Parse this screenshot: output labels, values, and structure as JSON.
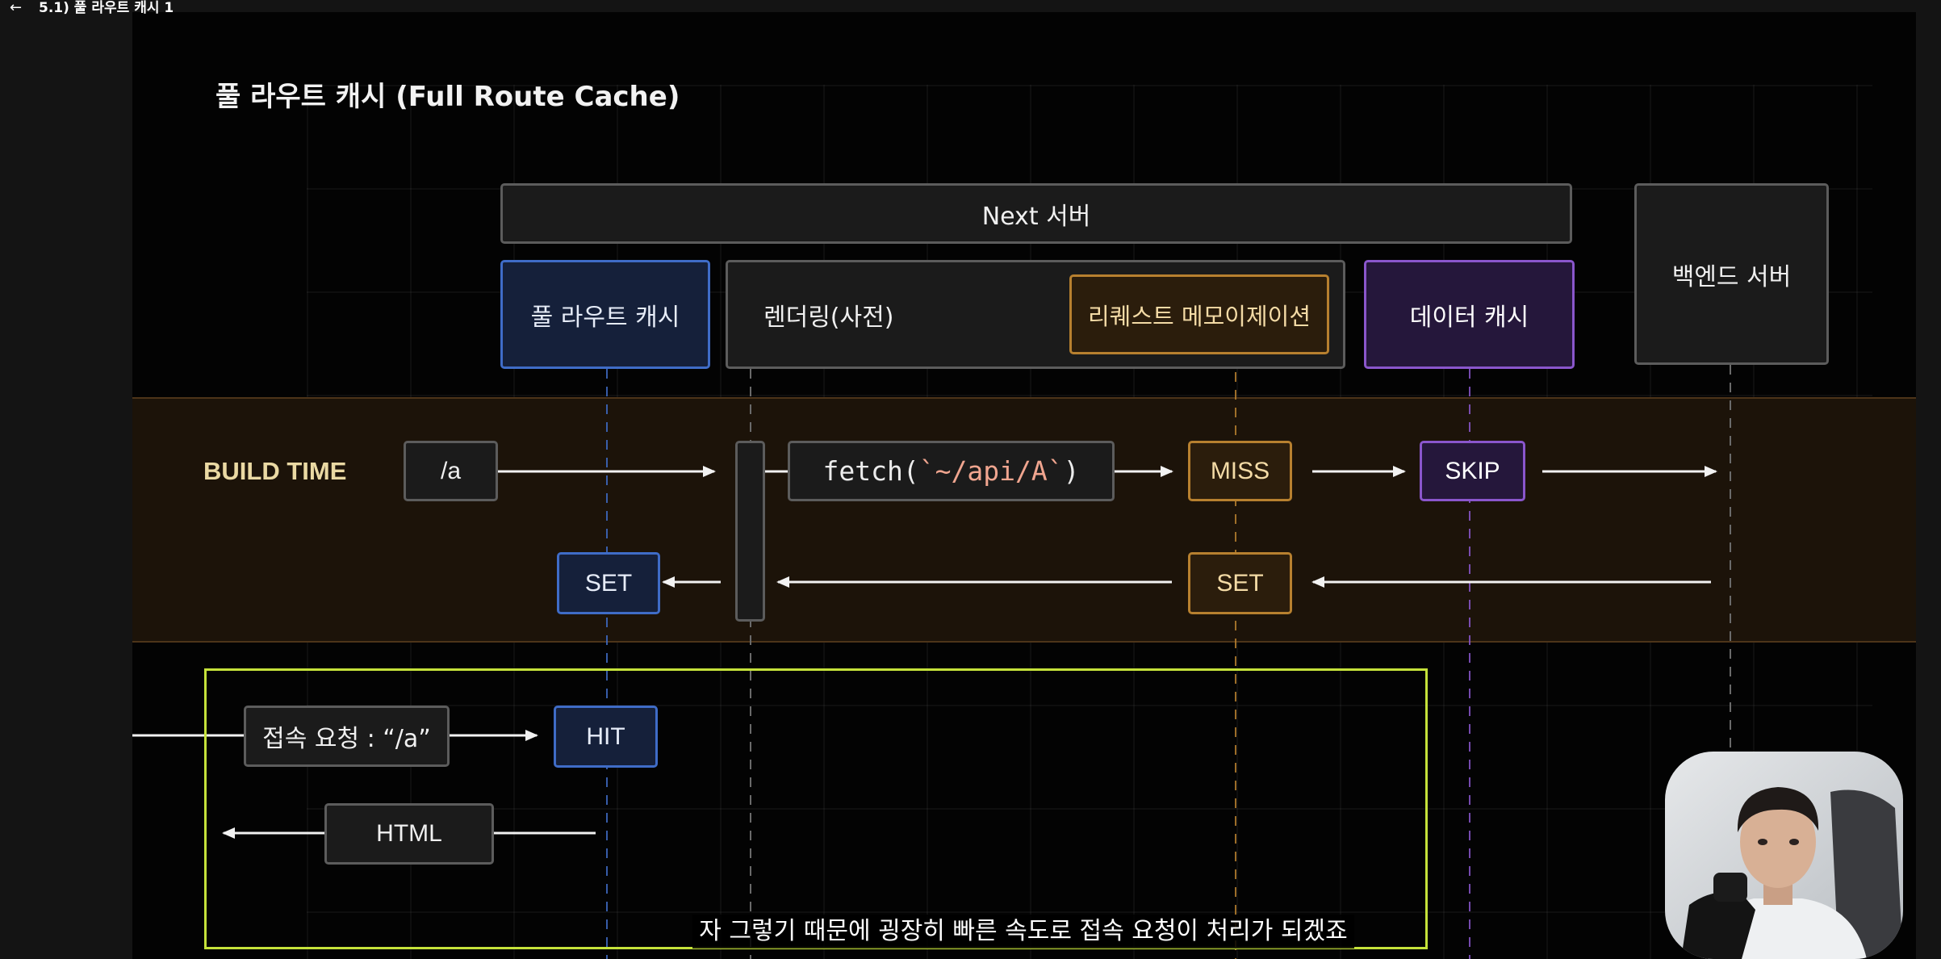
{
  "window": {
    "title": "5.1) 풀 라우트 캐시 1"
  },
  "icons": {
    "back": "arrow-left-icon",
    "presenter": "presenter-webcam"
  },
  "slide": {
    "title": "풀 라우트 캐시 (Full Route Cache)",
    "next_server": "Next 서버",
    "backend_server": "백엔드 서버",
    "full_route_cache": "풀 라우트 캐시",
    "rendering": "렌더링(사전)",
    "request_memoization": "리퀘스트 메모이제이션",
    "data_cache": "데이터 캐시",
    "build_time": {
      "label": "BUILD TIME",
      "route": "/a",
      "fetch_open": "fetch(",
      "fetch_arg": "`~/api/A`",
      "fetch_close": ")",
      "request_memoization_result": "MISS",
      "data_cache_result": "SKIP",
      "full_route_cache_action": "SET",
      "request_memoization_action": "SET"
    },
    "runtime": {
      "request": "접속 요청 : “/a”",
      "full_route_cache_result": "HIT",
      "response": "HTML"
    }
  },
  "subtitle": "자 그렇기 때문에 굉장히 빠른 속도로 접속 요청이 처리가 되겠죠",
  "colors": {
    "full_route_cache": "#3f6cc7",
    "request_memoization": "#b7802f",
    "data_cache": "#8a56cc",
    "runtime_frame": "#c5e23a",
    "build_time_label": "#ead9a3",
    "build_time_band": "#1c1309",
    "fetch_argument": "#f0a58f"
  }
}
